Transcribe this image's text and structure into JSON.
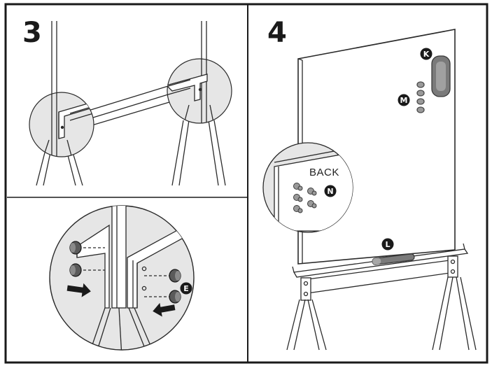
{
  "colors": {
    "frame": "#1a1a1a",
    "line": "#2a2a2a",
    "circle_fill": "#e6e6e6",
    "magnet": "#9a9a9a",
    "eraser": "#7a7a7a",
    "badge": "#1a1a1a"
  },
  "panels": [
    {
      "step": "3",
      "badges": [
        {
          "letter": "E",
          "meaning": "cap"
        }
      ]
    },
    {
      "step": "4",
      "back_label": "BACK",
      "badges": [
        {
          "letter": "K",
          "meaning": "eraser"
        },
        {
          "letter": "M",
          "meaning": "magnets"
        },
        {
          "letter": "N",
          "meaning": "magnet-pins"
        },
        {
          "letter": "L",
          "meaning": "marker"
        }
      ]
    }
  ]
}
